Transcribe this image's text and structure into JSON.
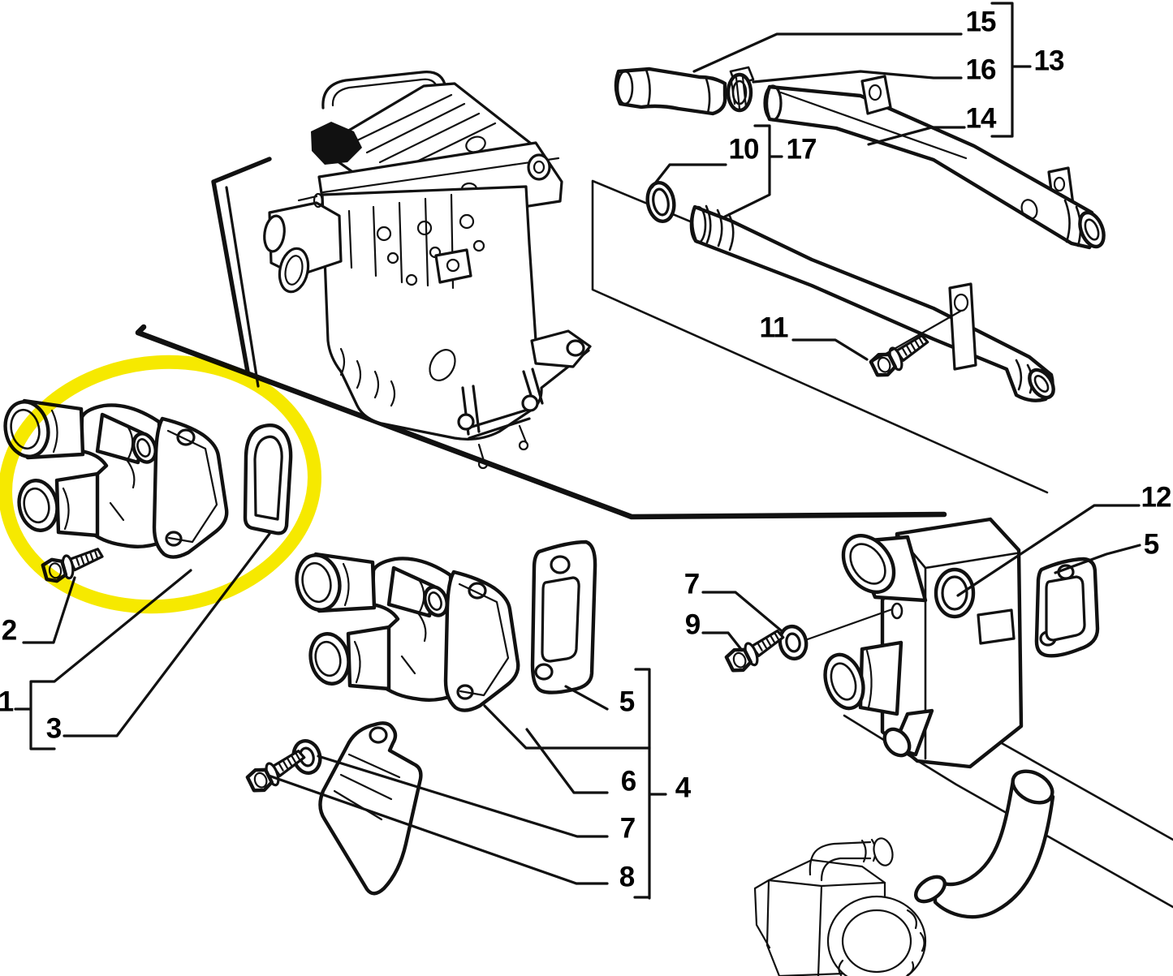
{
  "figure": {
    "type": "exploded-parts-diagram",
    "background": "#ffffff",
    "line_color": "#111111",
    "highlight_color": "#F6E900",
    "highlighted_callout": "1"
  },
  "callouts": {
    "c15": "15",
    "c16": "16",
    "c14": "14",
    "c13": "13",
    "c10": "10",
    "c17": "17",
    "c11": "11",
    "c12": "12",
    "c5_right": "5",
    "c7_right": "7",
    "c9": "9",
    "c2": "2",
    "c1": "1",
    "c3": "3",
    "c5_center": "5",
    "c6": "6",
    "c7_center": "7",
    "c8": "8",
    "c4": "4"
  }
}
